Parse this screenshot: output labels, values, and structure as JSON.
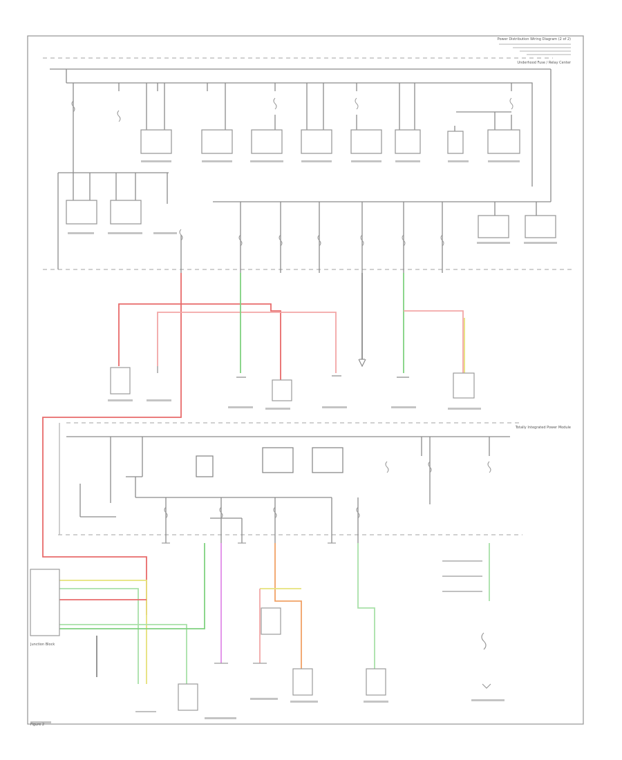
{
  "diagram_title": "Power Distribution Wiring Diagram (2 of 2)",
  "sheet_label": "Figure 2",
  "colors": {
    "frame": "#9a9a9a",
    "wire": "#8a8a8a",
    "dashed_bus": "#b5b5b5",
    "red_wire": "#e86a6a",
    "pink_wire": "#f2a6a6",
    "green_wire": "#7fd17f",
    "light_green_wire": "#a8e0a8",
    "yellow_wire": "#e6e27a",
    "orange_wire": "#f0a064",
    "magenta_wire": "#e08ae8"
  },
  "upper_box": {
    "header": "Underhood Fuse / Relay Center"
  },
  "middle_box": {
    "header": "Totally Integrated Power Module"
  },
  "legend_block": {
    "label": "Junction Block"
  }
}
